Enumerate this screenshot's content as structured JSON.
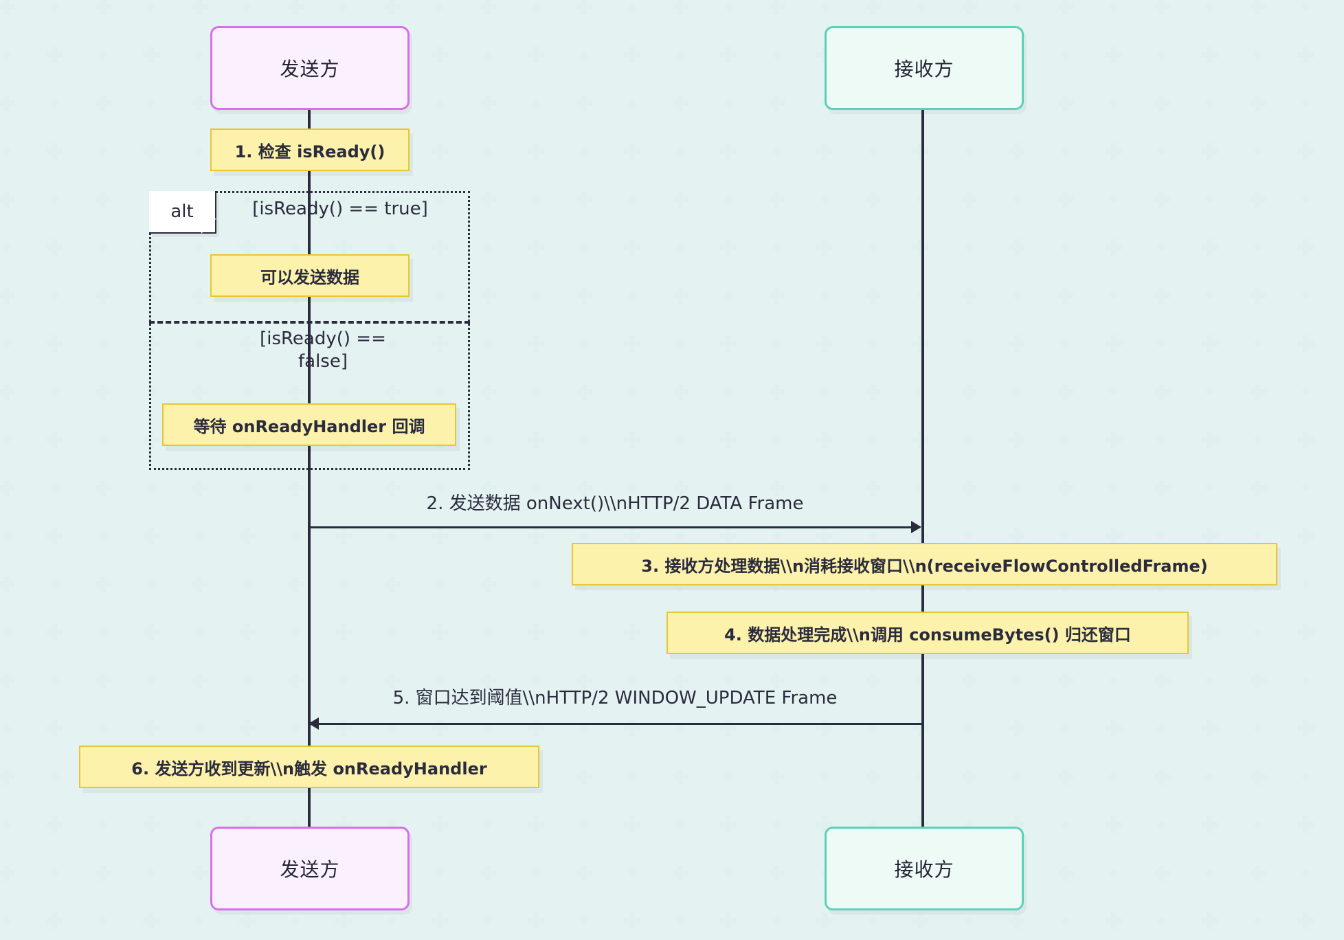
{
  "diagram": {
    "type": "sequence-diagram",
    "participants": [
      {
        "id": "sender",
        "label": "发送方",
        "fill": "#fbf0fd",
        "stroke": "#d96ee8"
      },
      {
        "id": "receiver",
        "label": "接收方",
        "fill": "#eefaf6",
        "stroke": "#5ad1bb"
      }
    ],
    "notes": [
      {
        "id": "note1",
        "text": "1. 检查 isReady()",
        "over": "sender"
      },
      {
        "id": "note2",
        "text": "可以发送数据",
        "over": "sender"
      },
      {
        "id": "note3",
        "text": "等待 onReadyHandler 回调",
        "over": "sender"
      },
      {
        "id": "note4",
        "text": "3. 接收方处理数据\\\\n消耗接收窗口\\\\n(receiveFlowControlledFrame)",
        "over": "receiver"
      },
      {
        "id": "note5",
        "text": "4. 数据处理完成\\\\n调用 consumeBytes() 归还窗口",
        "over": "receiver"
      },
      {
        "id": "note6",
        "text": "6. 发送方收到更新\\\\n触发 onReadyHandler",
        "over": "sender"
      }
    ],
    "fragment": {
      "keyword": "alt",
      "branches": [
        {
          "condition": "[isReady() == true]"
        },
        {
          "condition": "[isReady() ==\nfalse]"
        }
      ]
    },
    "messages": [
      {
        "id": "msg2",
        "from": "sender",
        "to": "receiver",
        "direction": "right",
        "label": "2. 发送数据 onNext()\\\\nHTTP/2 DATA Frame"
      },
      {
        "id": "msg5",
        "from": "receiver",
        "to": "sender",
        "direction": "left",
        "label": "5. 窗口达到阈值\\\\nHTTP/2 WINDOW_UPDATE Frame"
      }
    ],
    "colors": {
      "note_fill": "#fdf2ac",
      "note_stroke": "#e8c732",
      "line": "#2a2b3d",
      "text": "#2a2b3d",
      "background": "#ffffff",
      "background_pattern": "#dff0ef"
    }
  }
}
